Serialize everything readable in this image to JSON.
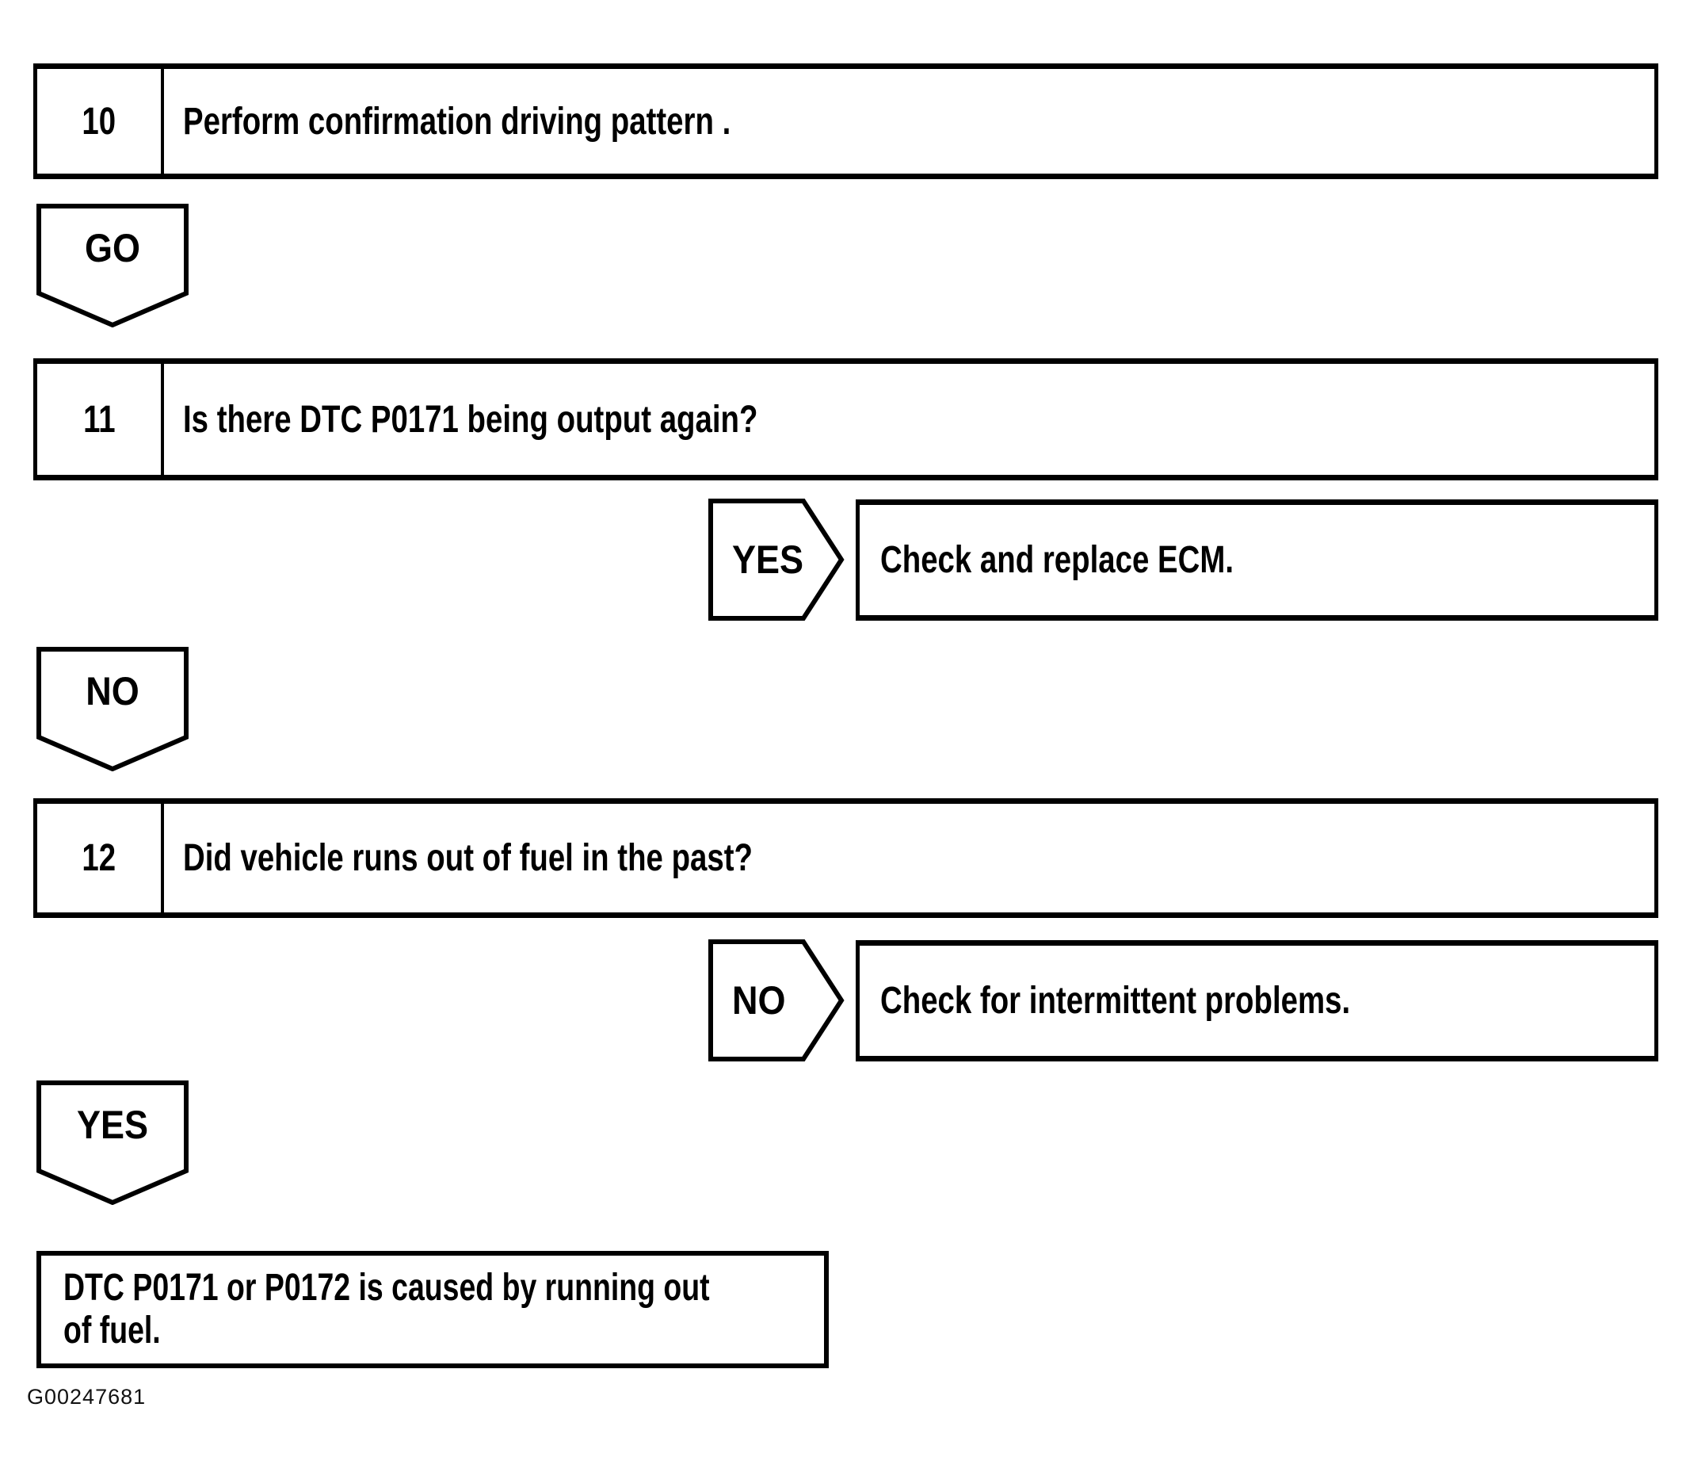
{
  "steps": [
    {
      "number": "10",
      "question": "Perform confirmation driving pattern ."
    },
    {
      "number": "11",
      "question": "Is there DTC P0171 being output again?"
    },
    {
      "number": "12",
      "question": "Did vehicle runs out of fuel in the past?"
    }
  ],
  "connectors": {
    "go": {
      "label": "GO",
      "direction": "down"
    },
    "yes_to_ecm": {
      "label": "YES",
      "direction": "right"
    },
    "no_after_11": {
      "label": "NO",
      "direction": "down"
    },
    "no_to_intermittent": {
      "label": "NO",
      "direction": "right"
    },
    "yes_after_12": {
      "label": "YES",
      "direction": "down"
    }
  },
  "results": {
    "ecm": {
      "text": "Check and replace ECM."
    },
    "intermittent": {
      "text": "Check for intermittent problems."
    }
  },
  "conclusion": {
    "line1": "DTC P0171 or P0172 is caused by running out",
    "line2": "of fuel."
  },
  "figure_id": "G00247681",
  "colors": {
    "ink": "#000000",
    "paper": "#ffffff"
  }
}
